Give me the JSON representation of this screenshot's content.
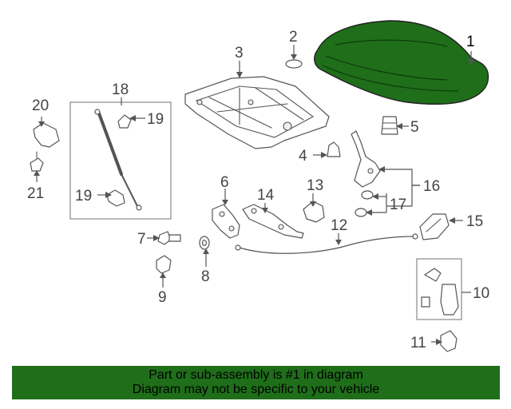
{
  "theme": {
    "highlight_color": "#1f6e1a",
    "banner_color": "#1f6e1a",
    "line_color": "#555555"
  },
  "callouts": [
    {
      "number": "1",
      "part": "hood-panel",
      "highlighted": true
    },
    {
      "number": "2",
      "part": "grommet"
    },
    {
      "number": "3",
      "part": "hood-insulator"
    },
    {
      "number": "4",
      "part": "retainer-clip"
    },
    {
      "number": "5",
      "part": "bumper-stop"
    },
    {
      "number": "6",
      "part": "hinge-left"
    },
    {
      "number": "7",
      "part": "bolt"
    },
    {
      "number": "8",
      "part": "washer"
    },
    {
      "number": "9",
      "part": "nut"
    },
    {
      "number": "10",
      "part": "latch-assembly"
    },
    {
      "number": "11",
      "part": "latch-bracket"
    },
    {
      "number": "12",
      "part": "release-cable"
    },
    {
      "number": "13",
      "part": "cable-clip"
    },
    {
      "number": "14",
      "part": "hinge-right"
    },
    {
      "number": "15",
      "part": "safety-catch"
    },
    {
      "number": "16",
      "part": "support-bracket"
    },
    {
      "number": "17",
      "part": "bumper-pad"
    },
    {
      "number": "18",
      "part": "support-strut-kit"
    },
    {
      "number": "19",
      "part": "ball-stud"
    },
    {
      "number": "20",
      "part": "strut-bracket"
    },
    {
      "number": "21",
      "part": "stud"
    }
  ],
  "banner": {
    "line1": "Part or sub-assembly is #1 in diagram",
    "line2": "Diagram may not be specific to your vehicle"
  }
}
